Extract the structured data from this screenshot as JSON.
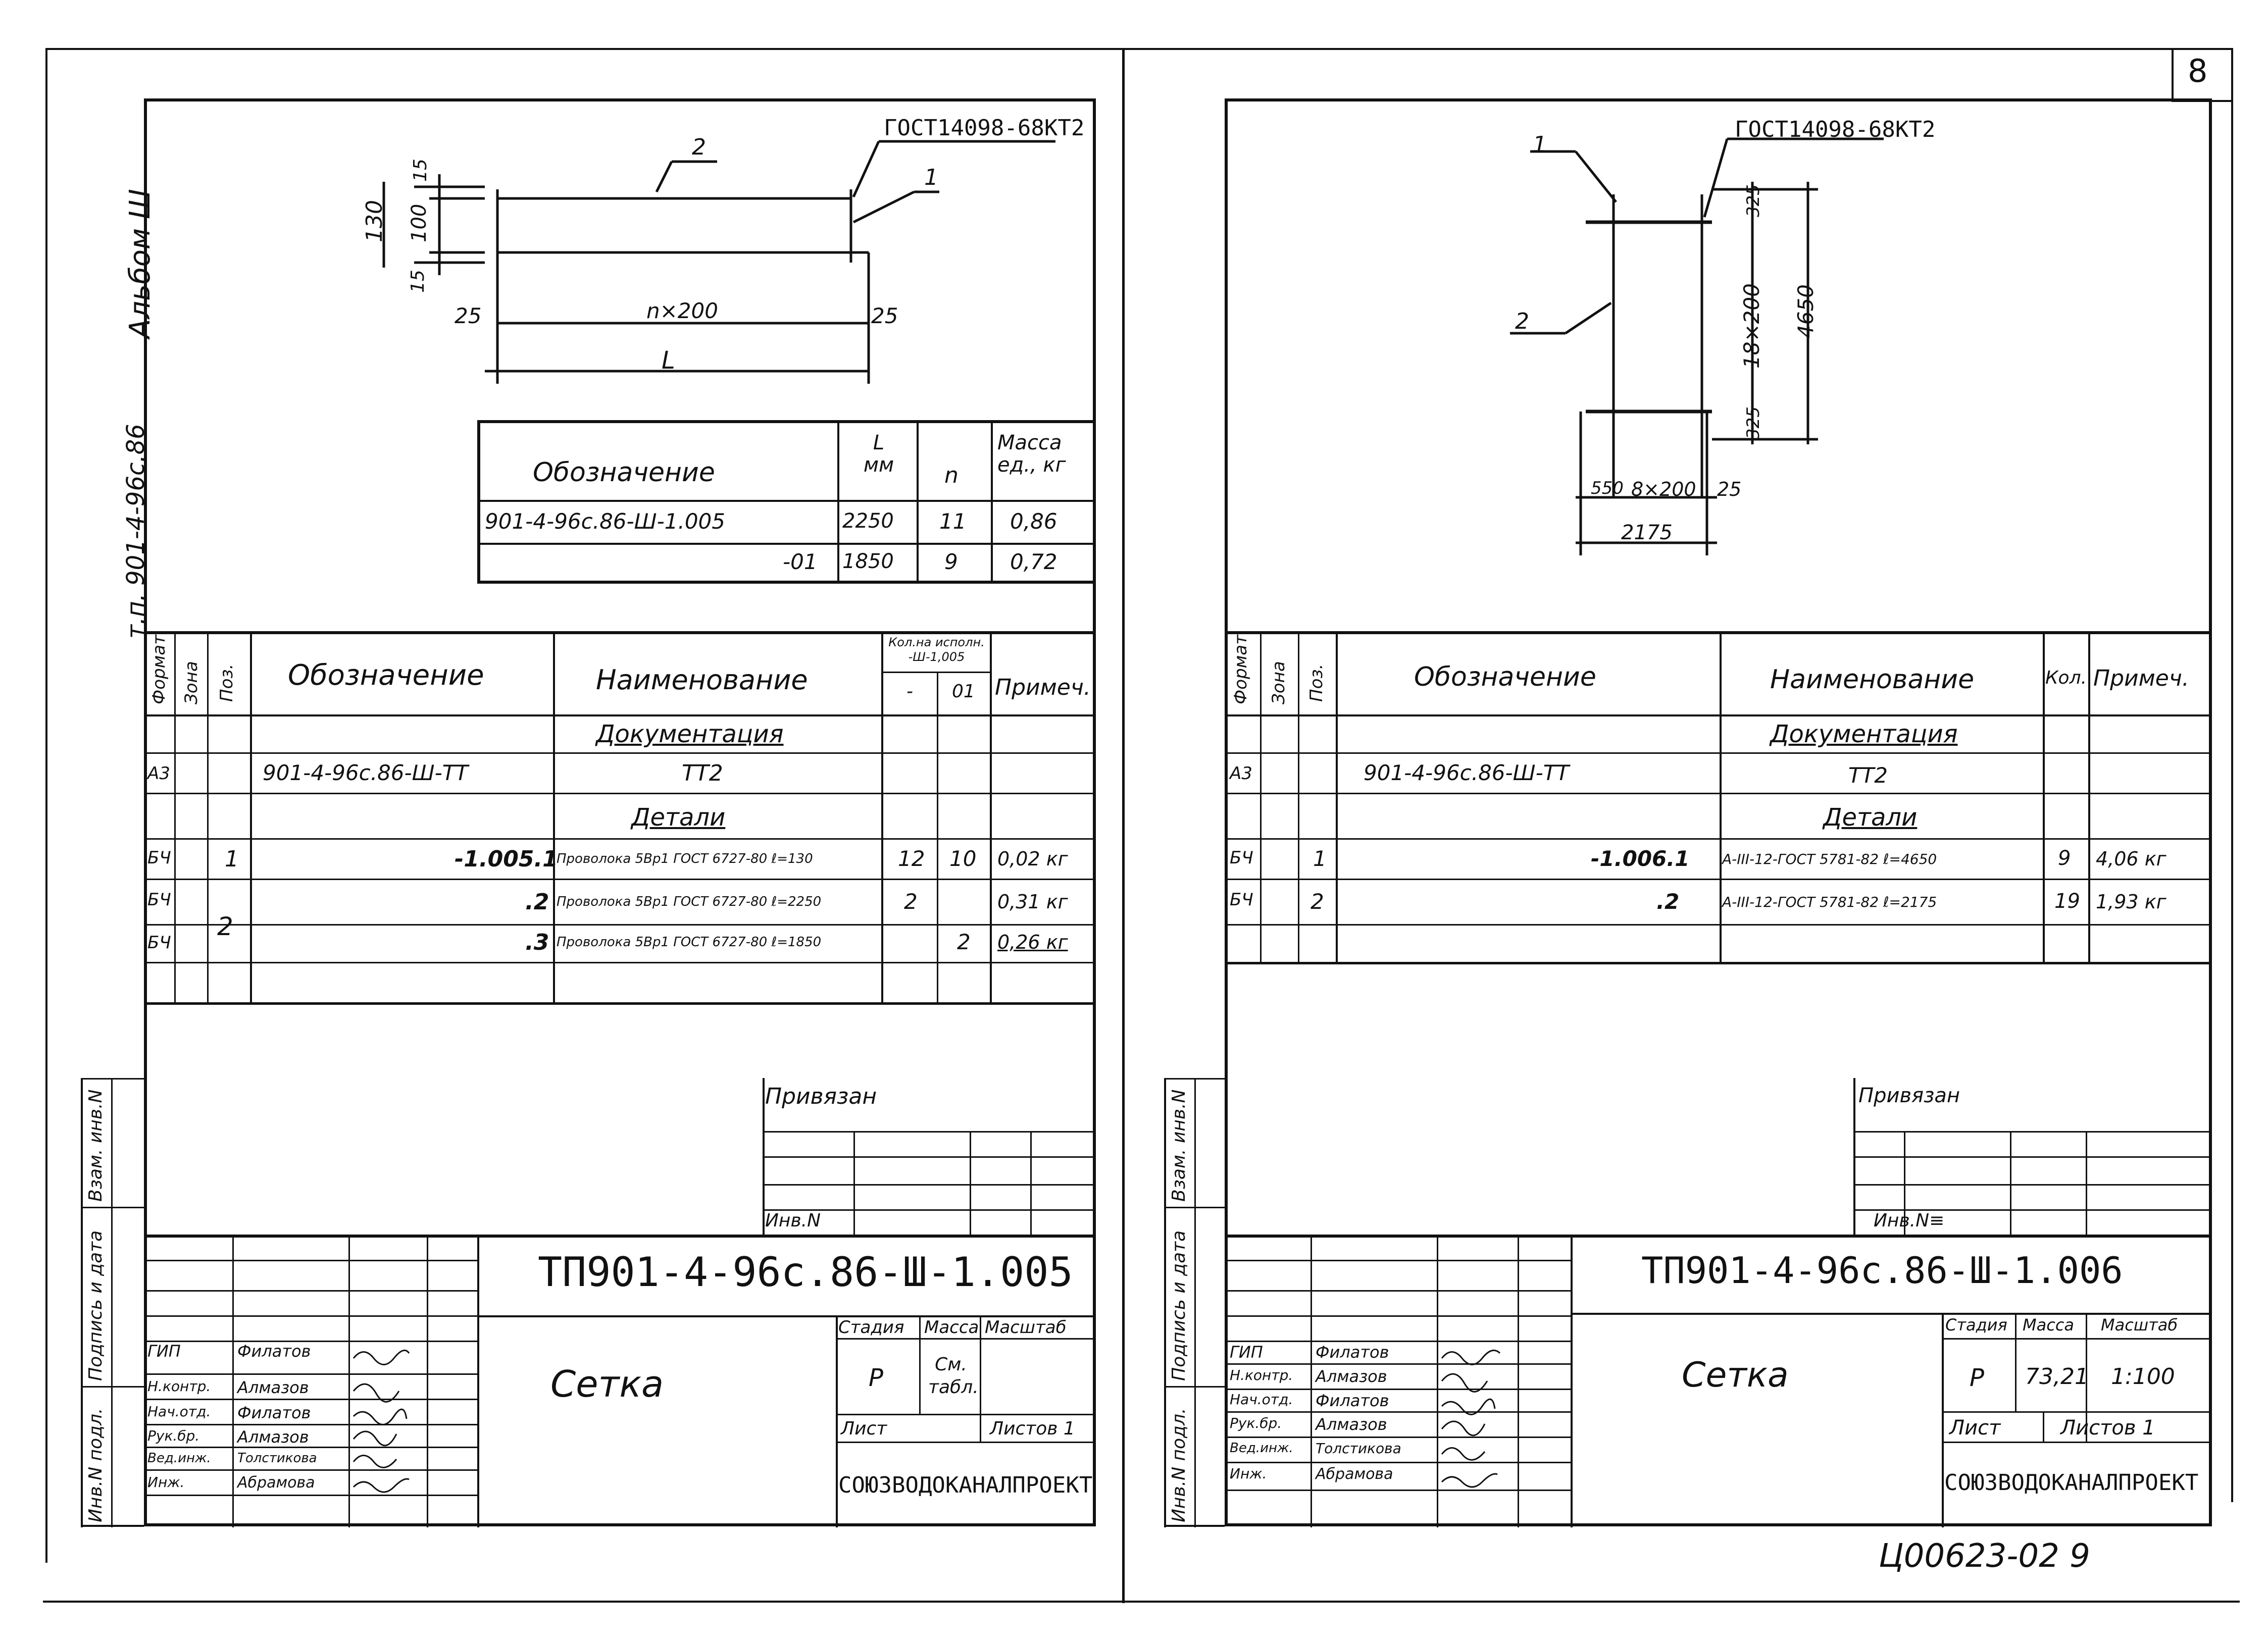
{
  "page_number": "8",
  "handwritten_bottom": "Ц00623-02   9",
  "left_sheet": {
    "album_label": "Альбом Ш",
    "album_code": "т.п. 901-4-96с.86",
    "drawing_labels": {
      "gost": "ГОСТ14098-68КТ2",
      "pos1": "1",
      "pos2": "2",
      "dim_130": "130",
      "dim_100": "100",
      "dim_15a": "15",
      "dim_15b": "15",
      "dim_25a": "25",
      "dim_25b": "25",
      "dim_nx200": "n×200",
      "dim_L": "L"
    },
    "variants_table": {
      "headers": {
        "designation": "Обозначение",
        "L": "L\nмм",
        "n": "n",
        "mass": "Масса\nед., кг"
      },
      "rows": [
        {
          "designation": "901-4-96с.86-Ш-1.005",
          "L": "2250",
          "n": "11",
          "mass": "0,86"
        },
        {
          "designation": "-01",
          "L": "1850",
          "n": "9",
          "mass": "0,72"
        }
      ]
    },
    "spec_table": {
      "headers": {
        "format": "Формат",
        "zone": "Зона",
        "pos": "Поз.",
        "designation": "Обозначение",
        "name": "Наименование",
        "qty_title": "Кол.на исполн.\n-Ш-1,005",
        "qty_a": "-",
        "qty_b": "01",
        "note": "Примеч."
      },
      "section_doc": "Документация",
      "doc_row": {
        "format": "А3",
        "designation": "901-4-96с.86-Ш-ТТ",
        "name": "ТТ2"
      },
      "section_parts": "Детали",
      "rows": [
        {
          "format": "БЧ",
          "pos": "1",
          "designation": "-1.005.1",
          "name": "Проволока 5Вр1 ГОСТ 6727-80 ℓ=130",
          "qty_a": "12",
          "qty_b": "10",
          "note": "0,02 кг"
        },
        {
          "format": "БЧ",
          "pos": "2",
          "designation": ".2",
          "name": "Проволока 5Вр1 ГОСТ 6727-80 ℓ=2250",
          "qty_a": "2",
          "qty_b": "",
          "note": "0,31 кг"
        },
        {
          "format": "БЧ",
          "pos": "",
          "designation": ".3",
          "name": "Проволока 5Вр1 ГОСТ 6727-80 ℓ=1850",
          "qty_a": "",
          "qty_b": "2",
          "note": "0,26 кг"
        }
      ]
    },
    "privyazan": "Привязан",
    "inv_no": "Инв.N",
    "side_labels": [
      "Инв.N подл.",
      "Подпись и дата",
      "Взам. инв.N"
    ],
    "title_block": {
      "code": "ТП901-4-96с.86-Ш-1.005",
      "name": "Сетка",
      "stage_label": "Стадия",
      "mass_label": "Масса",
      "scale_label": "Масштаб",
      "stage": "Р",
      "mass": "См. табл.",
      "scale": "",
      "sheet_label": "Лист",
      "sheets_label": "Листов 1",
      "org": "СОЮЗВОДОКАНАЛПРОЕКТ",
      "people": [
        {
          "role": "ГИП",
          "name": "Филатов"
        },
        {
          "role": "Н.контр.",
          "name": "Алмазов"
        },
        {
          "role": "Нач.отд.",
          "name": "Филатов"
        },
        {
          "role": "Рук.бр.",
          "name": "Алмазов"
        },
        {
          "role": "Вед.инж.",
          "name": "Толстикова"
        },
        {
          "role": "Инж.",
          "name": "Абрамова"
        }
      ]
    }
  },
  "right_sheet": {
    "drawing_labels": {
      "gost": "ГОСТ14098-68КТ2",
      "pos1": "1",
      "pos2": "2",
      "dim_325a": "325",
      "dim_18x200": "18×200",
      "dim_4650": "4650",
      "dim_325b": "325",
      "dim_550": "550",
      "dim_8x200": "8×200",
      "dim_25": "25",
      "dim_2175": "2175"
    },
    "spec_table": {
      "headers": {
        "format": "Формат",
        "zone": "Зона",
        "pos": "Поз.",
        "designation": "Обозначение",
        "name": "Наименование",
        "qty": "Кол.",
        "note": "Примеч."
      },
      "section_doc": "Документация",
      "doc_row": {
        "format": "А3",
        "designation": "901-4-96с.86-Ш-ТТ",
        "name": "ТТ2"
      },
      "section_parts": "Детали",
      "rows": [
        {
          "format": "БЧ",
          "pos": "1",
          "designation": "-1.006.1",
          "name": "А-III-12-ГОСТ 5781-82 ℓ=4650",
          "qty": "9",
          "note": "4,06 кг"
        },
        {
          "format": "БЧ",
          "pos": "2",
          "designation": ".2",
          "name": "А-III-12-ГОСТ 5781-82 ℓ=2175",
          "qty": "19",
          "note": "1,93 кг"
        }
      ]
    },
    "privyazan": "Привязан",
    "inv_no": "Инв.N≡",
    "side_labels": [
      "Инв.N подл.",
      "Подпись и дата",
      "Взам. инв.N"
    ],
    "title_block": {
      "code": "ТП901-4-96с.86-Ш-1.006",
      "name": "Сетка",
      "stage_label": "Стадия",
      "mass_label": "Масса",
      "scale_label": "Масштаб",
      "stage": "Р",
      "mass": "73,21",
      "scale": "1:100",
      "sheet_label": "Лист",
      "sheets_label": "Листов 1",
      "org": "СОЮЗВОДОКАНАЛПРОЕКТ",
      "people": [
        {
          "role": "ГИП",
          "name": "Филатов"
        },
        {
          "role": "Н.контр.",
          "name": "Алмазов"
        },
        {
          "role": "Нач.отд.",
          "name": "Филатов"
        },
        {
          "role": "Рук.бр.",
          "name": "Алмазов"
        },
        {
          "role": "Вед.инж.",
          "name": "Толстикова"
        },
        {
          "role": "Инж.",
          "name": "Абрамова"
        }
      ]
    }
  }
}
